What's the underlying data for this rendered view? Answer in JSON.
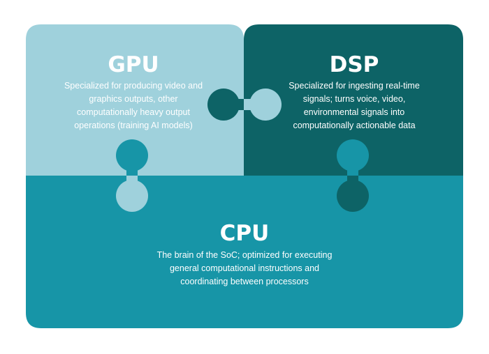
{
  "colors": {
    "gpu": "#9fd1dc",
    "dsp": "#0d6366",
    "cpu": "#1795a7"
  },
  "gpu": {
    "title": "GPU",
    "lines": [
      "Specialized for producing video and",
      "graphics outputs, other",
      "computationally heavy output",
      "operations (training AI models)"
    ]
  },
  "dsp": {
    "title": "DSP",
    "lines": [
      "Specialized for ingesting real-time",
      "signals; turns voice, video,",
      "environmental signals into",
      "computationally actionable data"
    ]
  },
  "cpu": {
    "title": "CPU",
    "lines": [
      "The brain of the SoC; optimized for executing",
      "general computational instructions and",
      "coordinating between processors"
    ]
  }
}
